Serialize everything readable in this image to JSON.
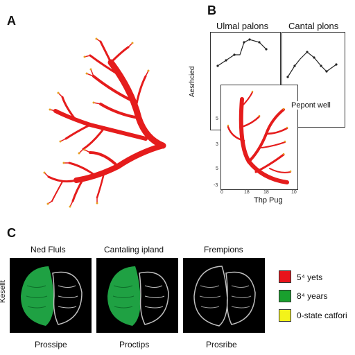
{
  "panels": {
    "a": "A",
    "b": "B",
    "c": "C"
  },
  "panel_b": {
    "plot1_title": "Ulmal palons",
    "plot2_title": "Cantal plons",
    "inset_title": "Pepont well",
    "y_axis_label": "Aesrhcied",
    "x_axis_label": "Thp Pug",
    "x_ticks": [
      "0",
      "18",
      "18",
      "10"
    ],
    "y_ticks": [
      "5",
      "3",
      "5",
      "-3"
    ]
  },
  "panel_c": {
    "side_label": "Kesellt",
    "brain_titles": [
      "Ned Fluls",
      "Cantaling ipland",
      "Frempions"
    ],
    "brain_captions": [
      "Prossipe",
      "Proctips",
      "Prosribe"
    ],
    "legend": [
      {
        "label": "5⁴ yets",
        "color": "#e8141b"
      },
      {
        "label": "8⁴ years",
        "color": "#19a02e"
      },
      {
        "label": "0-state catfori",
        "color": "#f3f31a"
      }
    ]
  },
  "colors": {
    "tree": "#e51c1c",
    "brain_green": "#22b24a",
    "brain_gray": "#bfbfbf"
  }
}
